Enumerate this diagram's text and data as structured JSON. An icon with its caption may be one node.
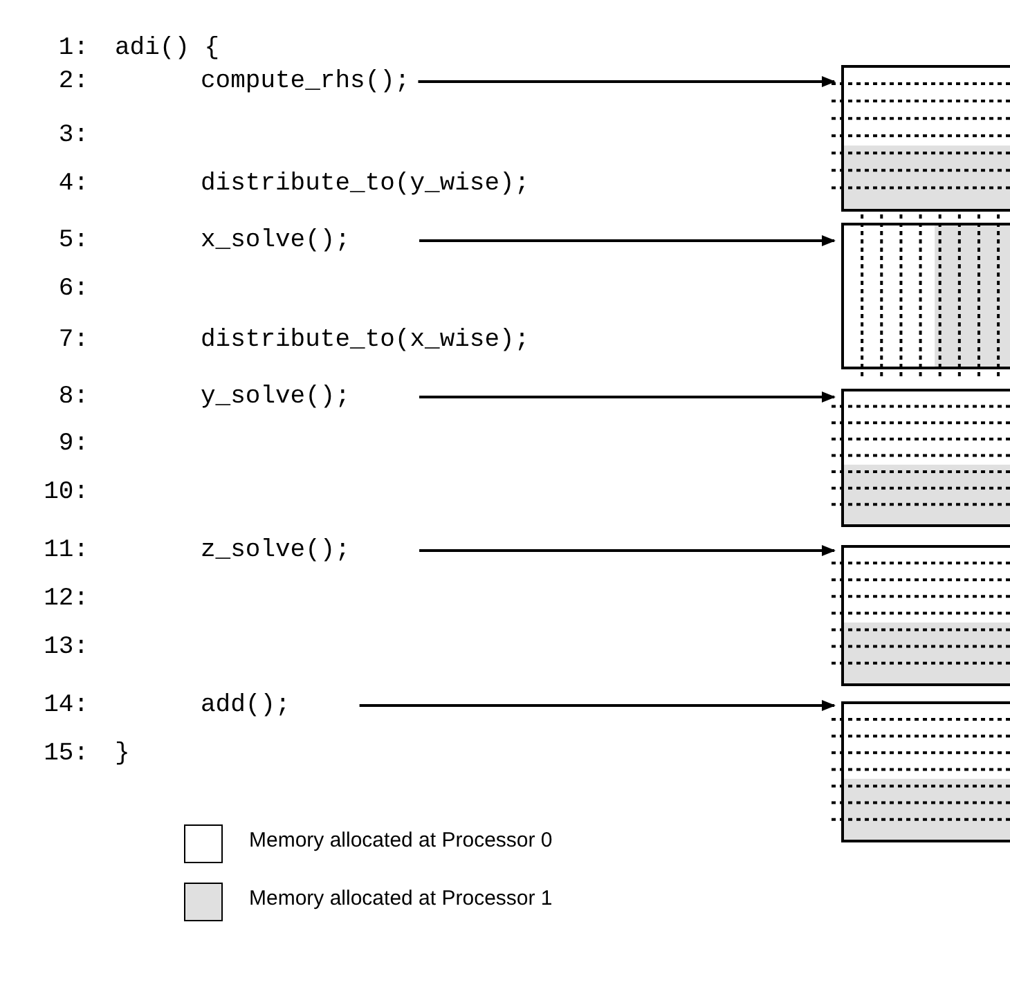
{
  "diagram": {
    "nodes": [
      {
        "text": [
          "compute_rhs();"
        ]
      },
      {
        "text": [],
        "shape": "box"
      },
      {
        "text": [
          "x_solve();"
        ]
      },
      {
        "text": [],
        "shape": "box"
      },
      {
        "text": [
          "y_solve();"
        ]
      },
      {
        "text": [],
        "shape": "box"
      },
      {
        "text": [
          "z_solve();"
        ]
      },
      {
        "text": [],
        "shape": "box"
      },
      {
        "text": [
          "add();"
        ]
      },
      {
        "text": [],
        "shape": "box"
      }
    ],
    "edges": [
      {
        "from": 0,
        "to": 1,
        "arrow": "to"
      },
      {
        "from": 2,
        "to": 3,
        "arrow": "to"
      },
      {
        "from": 4,
        "to": 5,
        "arrow": "to"
      },
      {
        "from": 6,
        "to": 7,
        "arrow": "to"
      },
      {
        "from": 8,
        "to": 9,
        "arrow": "to"
      }
    ],
    "labels": [
      "1:",
      "adi() {",
      "2:",
      "3:",
      "4:",
      "distribute_to(y_wise);",
      "5:",
      "6:",
      "7:",
      "distribute_to(x_wise);",
      "8:",
      "9:",
      "10:",
      "11:",
      "12:",
      "13:",
      "14:",
      "15:",
      "}"
    ],
    "legend": [
      {
        "text": "Memory allocated at Processor 0",
        "color": "#ffffff"
      },
      {
        "text": "Memory allocated at Processor 1",
        "color": "#e0e0e0"
      }
    ]
  }
}
